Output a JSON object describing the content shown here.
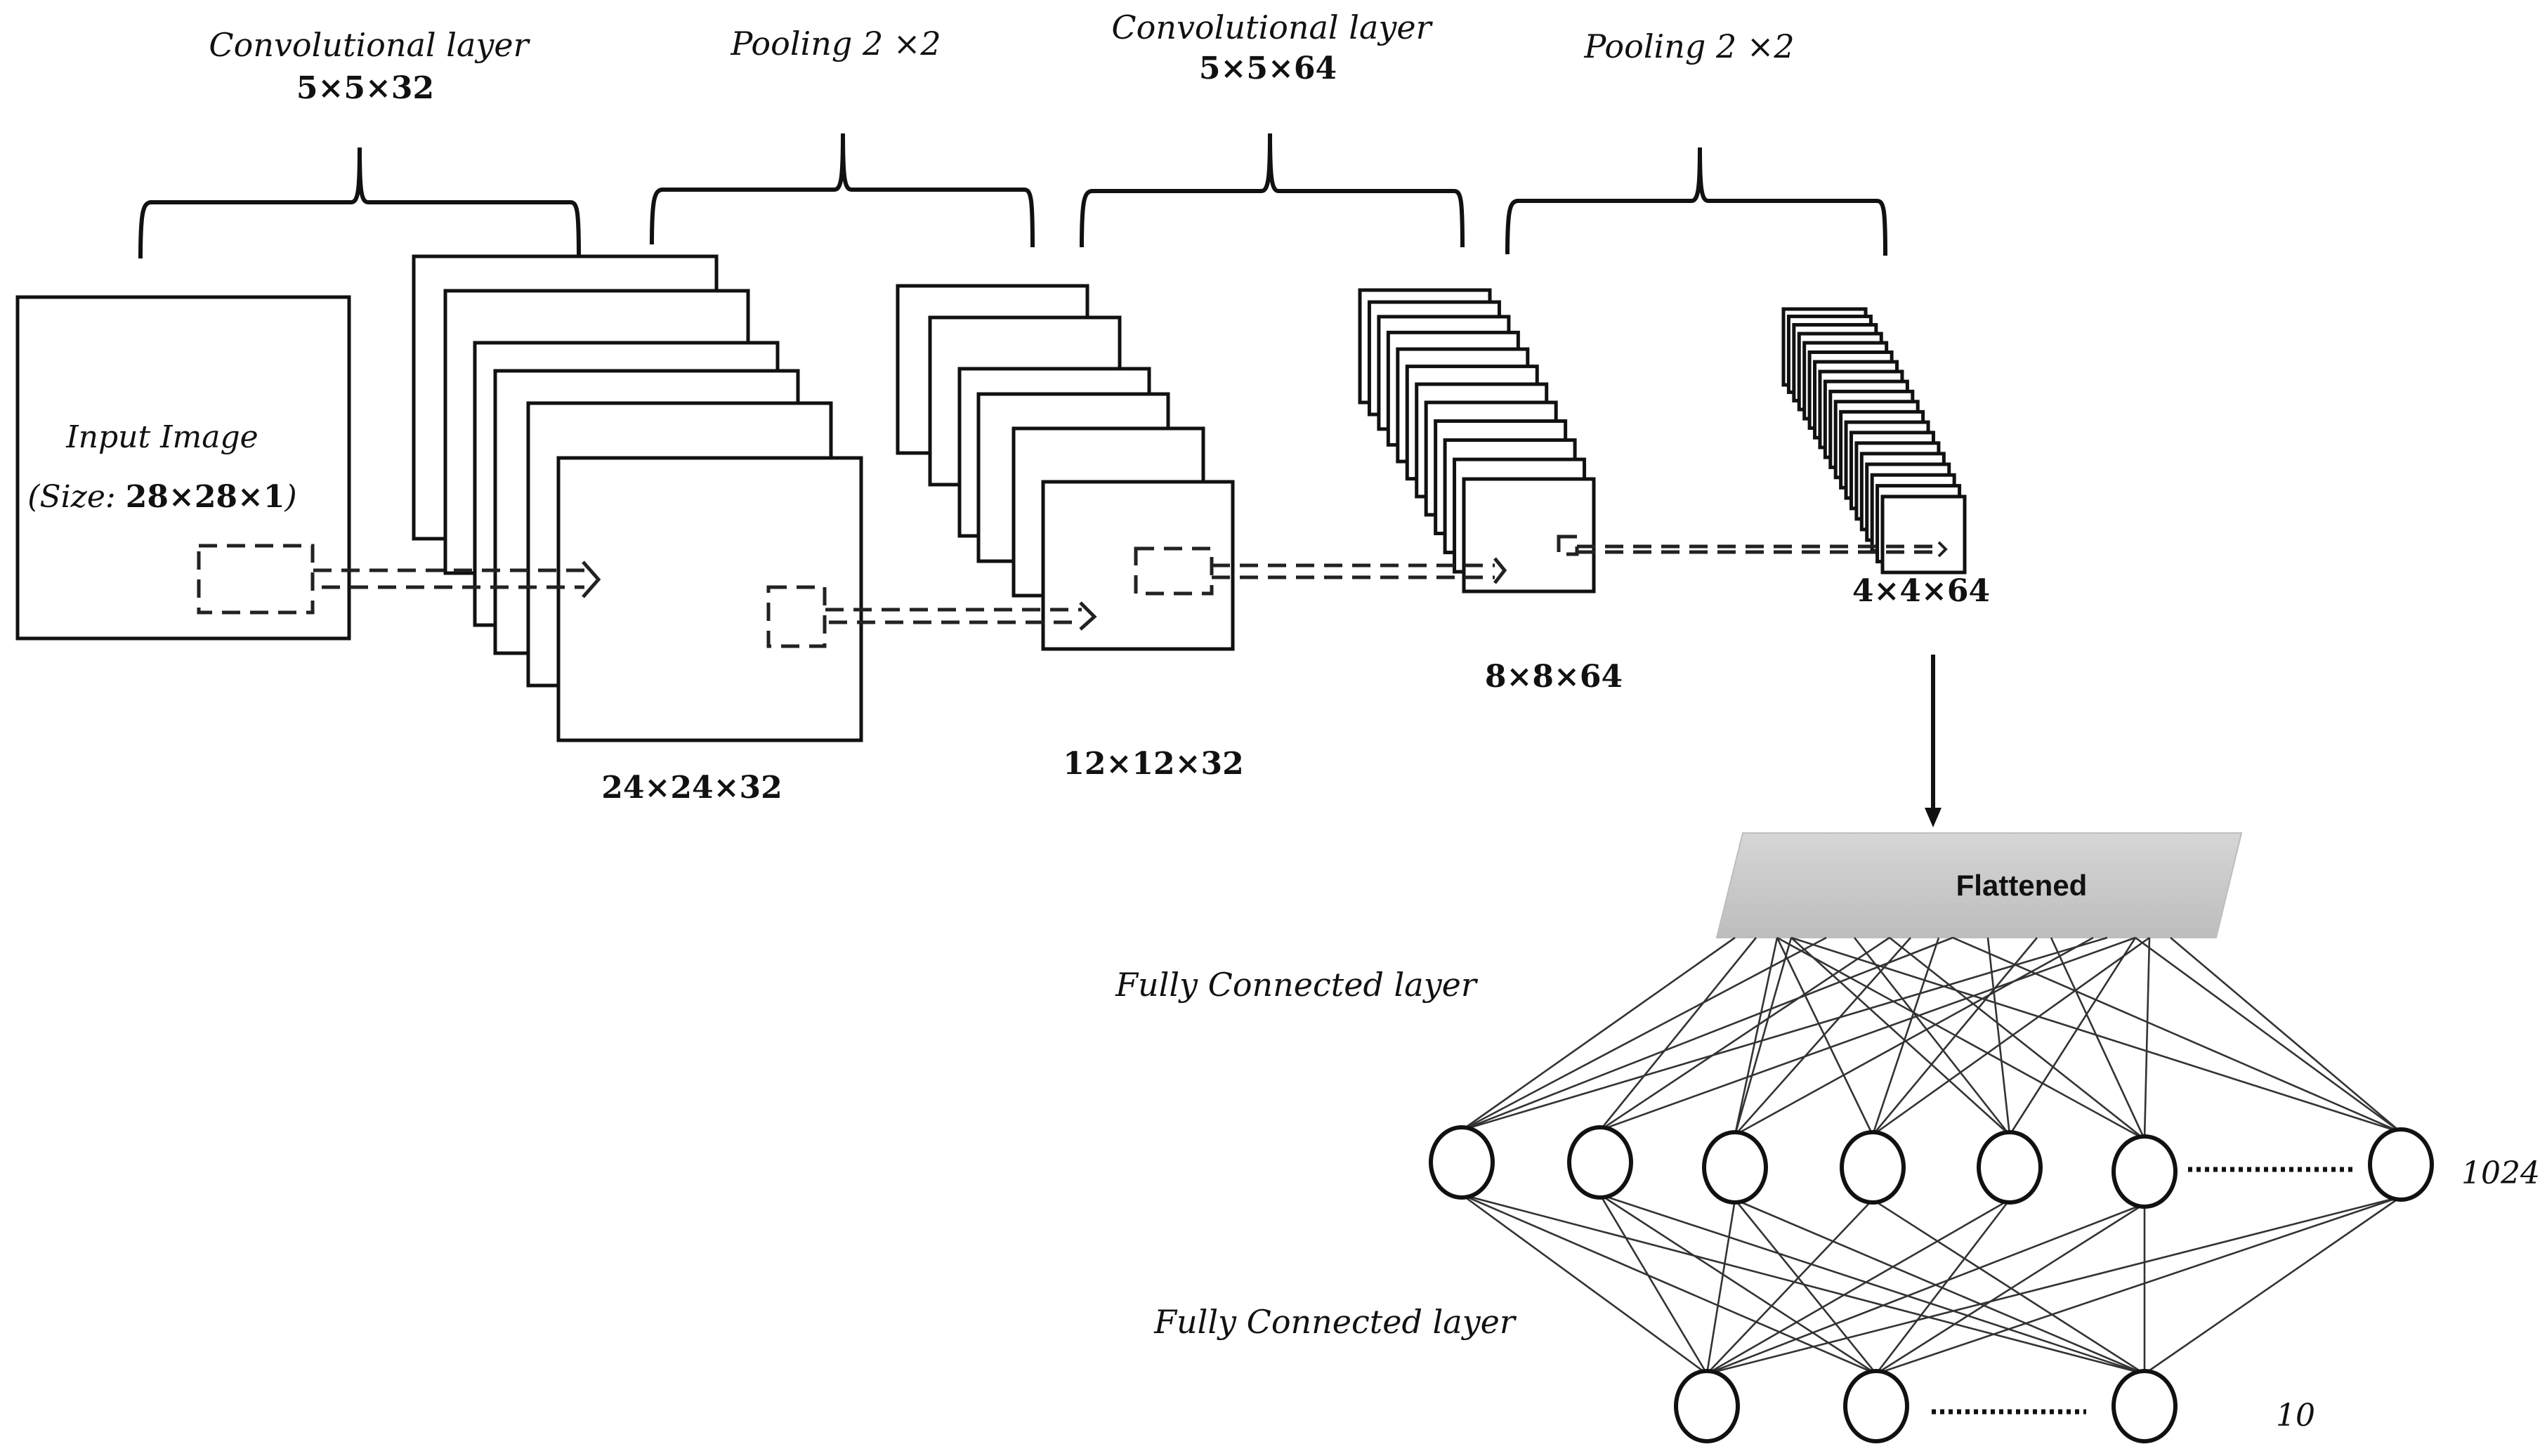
{
  "layer_labels": {
    "conv1": {
      "title": "Convolutional layer",
      "kernel": "5×5×32"
    },
    "pool1": {
      "title": "Pooling 2  ×2"
    },
    "conv2": {
      "title": "Convolutional layer",
      "kernel": "5×5×64"
    },
    "pool2": {
      "title": "Pooling 2  ×2"
    }
  },
  "input": {
    "title": "Input Image",
    "size_prefix": "(Size: ",
    "size_value": "28×28×1",
    "size_suffix": ")"
  },
  "feature_maps": {
    "conv1_out": "24×24×32",
    "pool1_out": "12×12×32",
    "conv2_out": "8×8×64",
    "pool2_out": "4×4×64"
  },
  "flattened": {
    "label": "Flattened"
  },
  "fc1": {
    "title": "Fully Connected layer",
    "units": "1024"
  },
  "fc2": {
    "title": "Fully Connected layer",
    "units": "10"
  },
  "colors": {
    "flatten_top": "#d6d6d6",
    "flatten_bottom": "#bdbdbd",
    "stroke": "#111111"
  }
}
